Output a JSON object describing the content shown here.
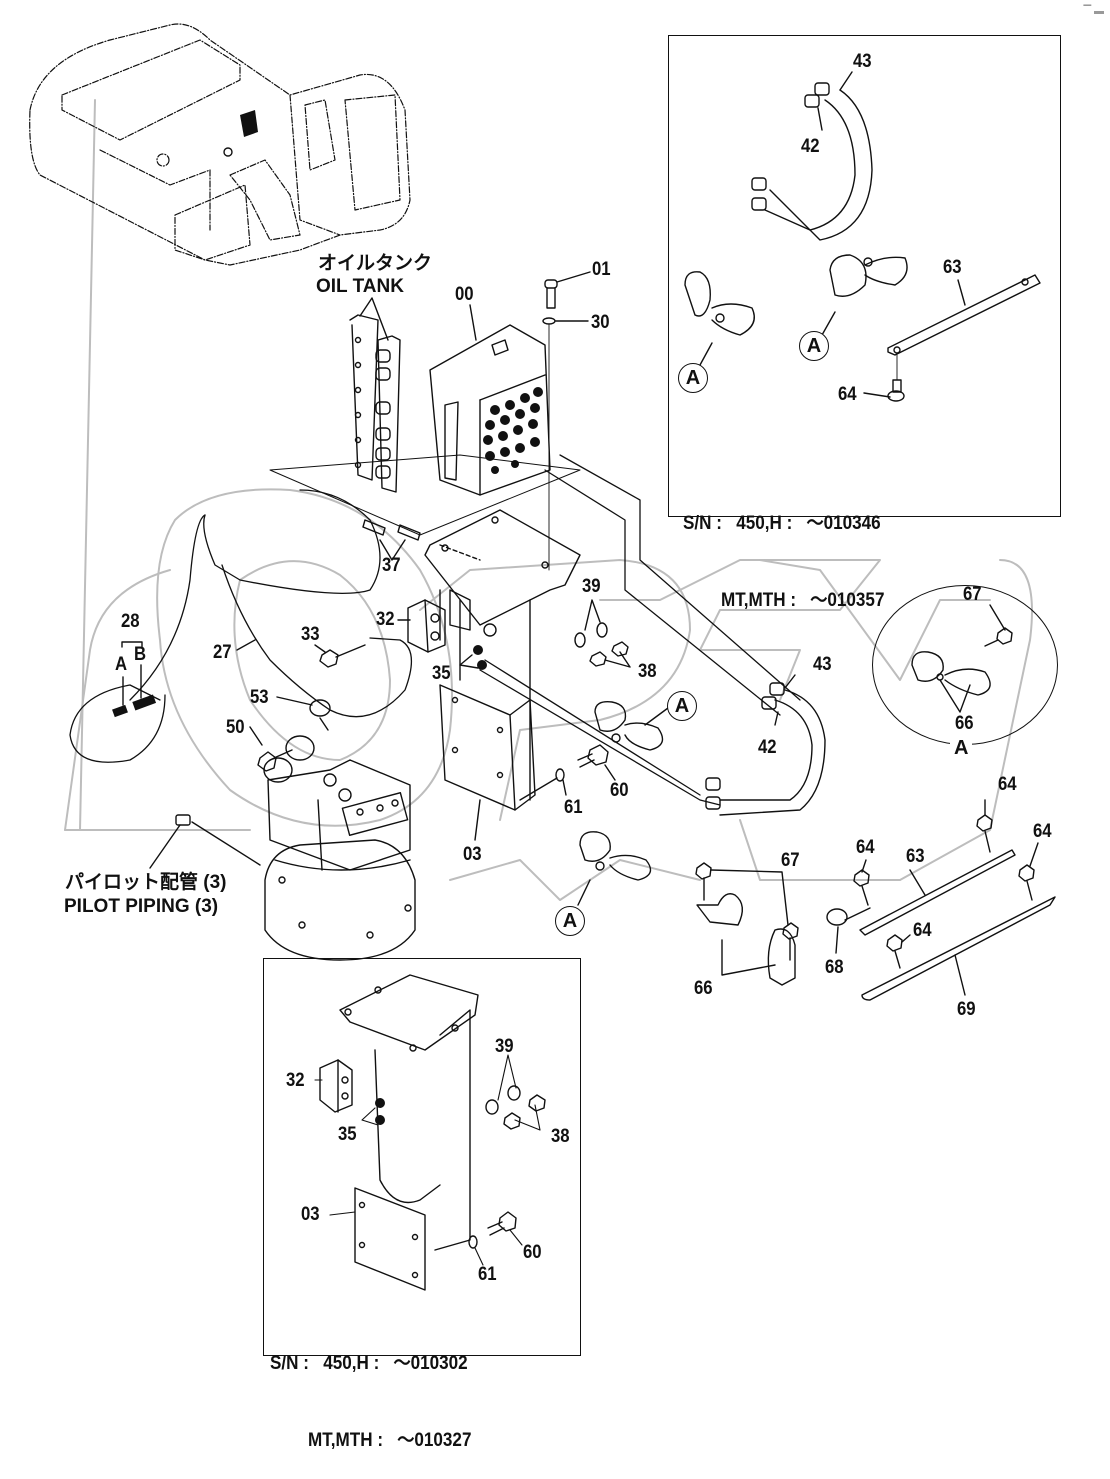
{
  "document": {
    "type": "parts-catalog-exploded-view",
    "watermark": "OPEX"
  },
  "captions": {
    "oil_tank_jp": "オイルタンク",
    "oil_tank_en": "OIL TANK",
    "pilot_piping_jp": "パイロット配管 (3)",
    "pilot_piping_en": "PILOT PIPING (3)",
    "hose_28_group": "28",
    "hose_28_a": "A",
    "hose_28_b": "B"
  },
  "part_labels": {
    "p00": "00",
    "p01": "01",
    "p30": "30",
    "p37": "37",
    "p27": "27",
    "p33": "33",
    "p32": "32",
    "p35": "35",
    "p39": "39",
    "p38": "38",
    "p53": "53",
    "p50": "50",
    "p03": "03",
    "p61": "61",
    "p60": "60",
    "p43": "43",
    "p42": "42",
    "p67": "67",
    "p66": "66",
    "p64a": "64",
    "p64b": "64",
    "p64c": "64",
    "p64d": "64",
    "p63": "63",
    "p68": "68",
    "p69": "69"
  },
  "callouts": {
    "a1": "A",
    "a2": "A"
  },
  "detail_view": {
    "letter": "A",
    "labels": {
      "p67": "67",
      "p66": "66"
    }
  },
  "inset_top_right": {
    "labels": {
      "p43": "43",
      "p42": "42",
      "p63": "63",
      "p64": "64"
    },
    "callouts": [
      "A",
      "A"
    ],
    "serial_lines": [
      "S/N :   450,H :   ～010346",
      "        MT,MTH :   ～010357"
    ]
  },
  "inset_bottom": {
    "labels": {
      "p32": "32",
      "p35": "35",
      "p39": "39",
      "p38": "38",
      "p03": "03",
      "p61": "61",
      "p60": "60"
    },
    "serial_lines": [
      "S/N :   450,H :   ～010302",
      "        MT,MTH :   ～010327"
    ]
  },
  "colors": {
    "line": "#111111",
    "watermark": "#b8b8b8",
    "background": "#ffffff"
  }
}
